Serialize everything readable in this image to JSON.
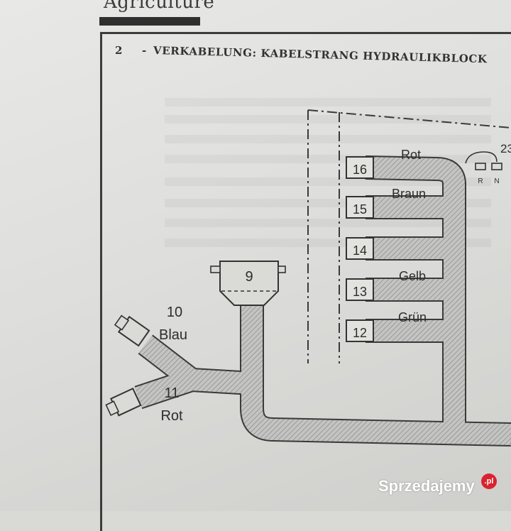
{
  "header": {
    "title": "Agriculture"
  },
  "section": {
    "number": "2",
    "dash": "-",
    "title": "VERKABELUNG: KABELSTRANG HYDRAULIKBLOCK"
  },
  "diagram": {
    "connectors": {
      "c16": "16",
      "c15": "15",
      "c14": "14",
      "c13": "13",
      "c12": "12",
      "c9": "9",
      "c10": "10",
      "c11": "11",
      "c23": "23"
    },
    "wire_labels": {
      "rot_top": "Rot",
      "braun": "Braun",
      "gelb": "Gelb",
      "gruen": "Grün",
      "blau": "Blau",
      "rot_bottom": "Rot"
    },
    "terminals": {
      "r": "R",
      "n": "N"
    }
  },
  "watermark": {
    "brand": "Sprzedajemy",
    "tld": ".pl"
  }
}
